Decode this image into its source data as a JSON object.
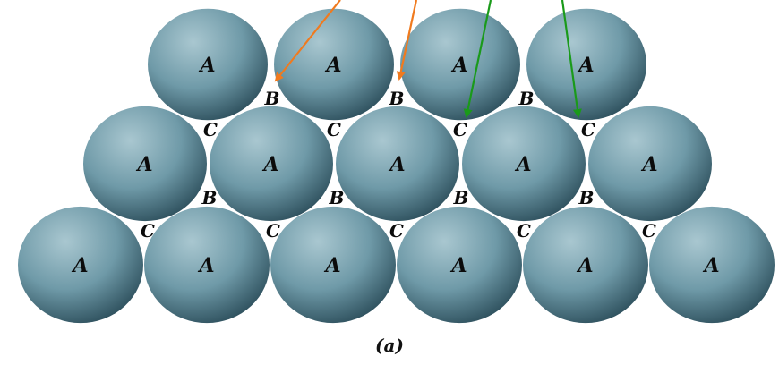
{
  "diagram": {
    "caption": "(a)",
    "colors": {
      "sphere_light": "#a9c7d0",
      "sphere_mid": "#6f9aa8",
      "sphere_dark": "#2d4f5c",
      "label": "#0b0b0b",
      "arrow_orange": "#f07a1e",
      "arrow_green": "#1a9a1a",
      "background": "#ffffff"
    },
    "rows": [
      {
        "name": "top",
        "spheres": [
          "A",
          "A",
          "A",
          "A"
        ]
      },
      {
        "name": "middle",
        "spheres": [
          "A",
          "A",
          "A",
          "A",
          "A"
        ]
      },
      {
        "name": "bottom",
        "spheres": [
          "A",
          "A",
          "A",
          "A",
          "A",
          "A"
        ]
      }
    ],
    "void_labels": {
      "row1_B": [
        "B",
        "B",
        "B"
      ],
      "row2_C": [
        "C",
        "C",
        "C",
        "C"
      ],
      "row2_B": [
        "B",
        "B",
        "B",
        "B"
      ],
      "row3_C": [
        "C",
        "C",
        "C",
        "C",
        "C"
      ]
    },
    "arrows": [
      {
        "color": "orange",
        "points_to": "B"
      },
      {
        "color": "orange",
        "points_to": "B"
      },
      {
        "color": "green",
        "points_to": "C"
      },
      {
        "color": "green",
        "points_to": "C"
      }
    ]
  }
}
